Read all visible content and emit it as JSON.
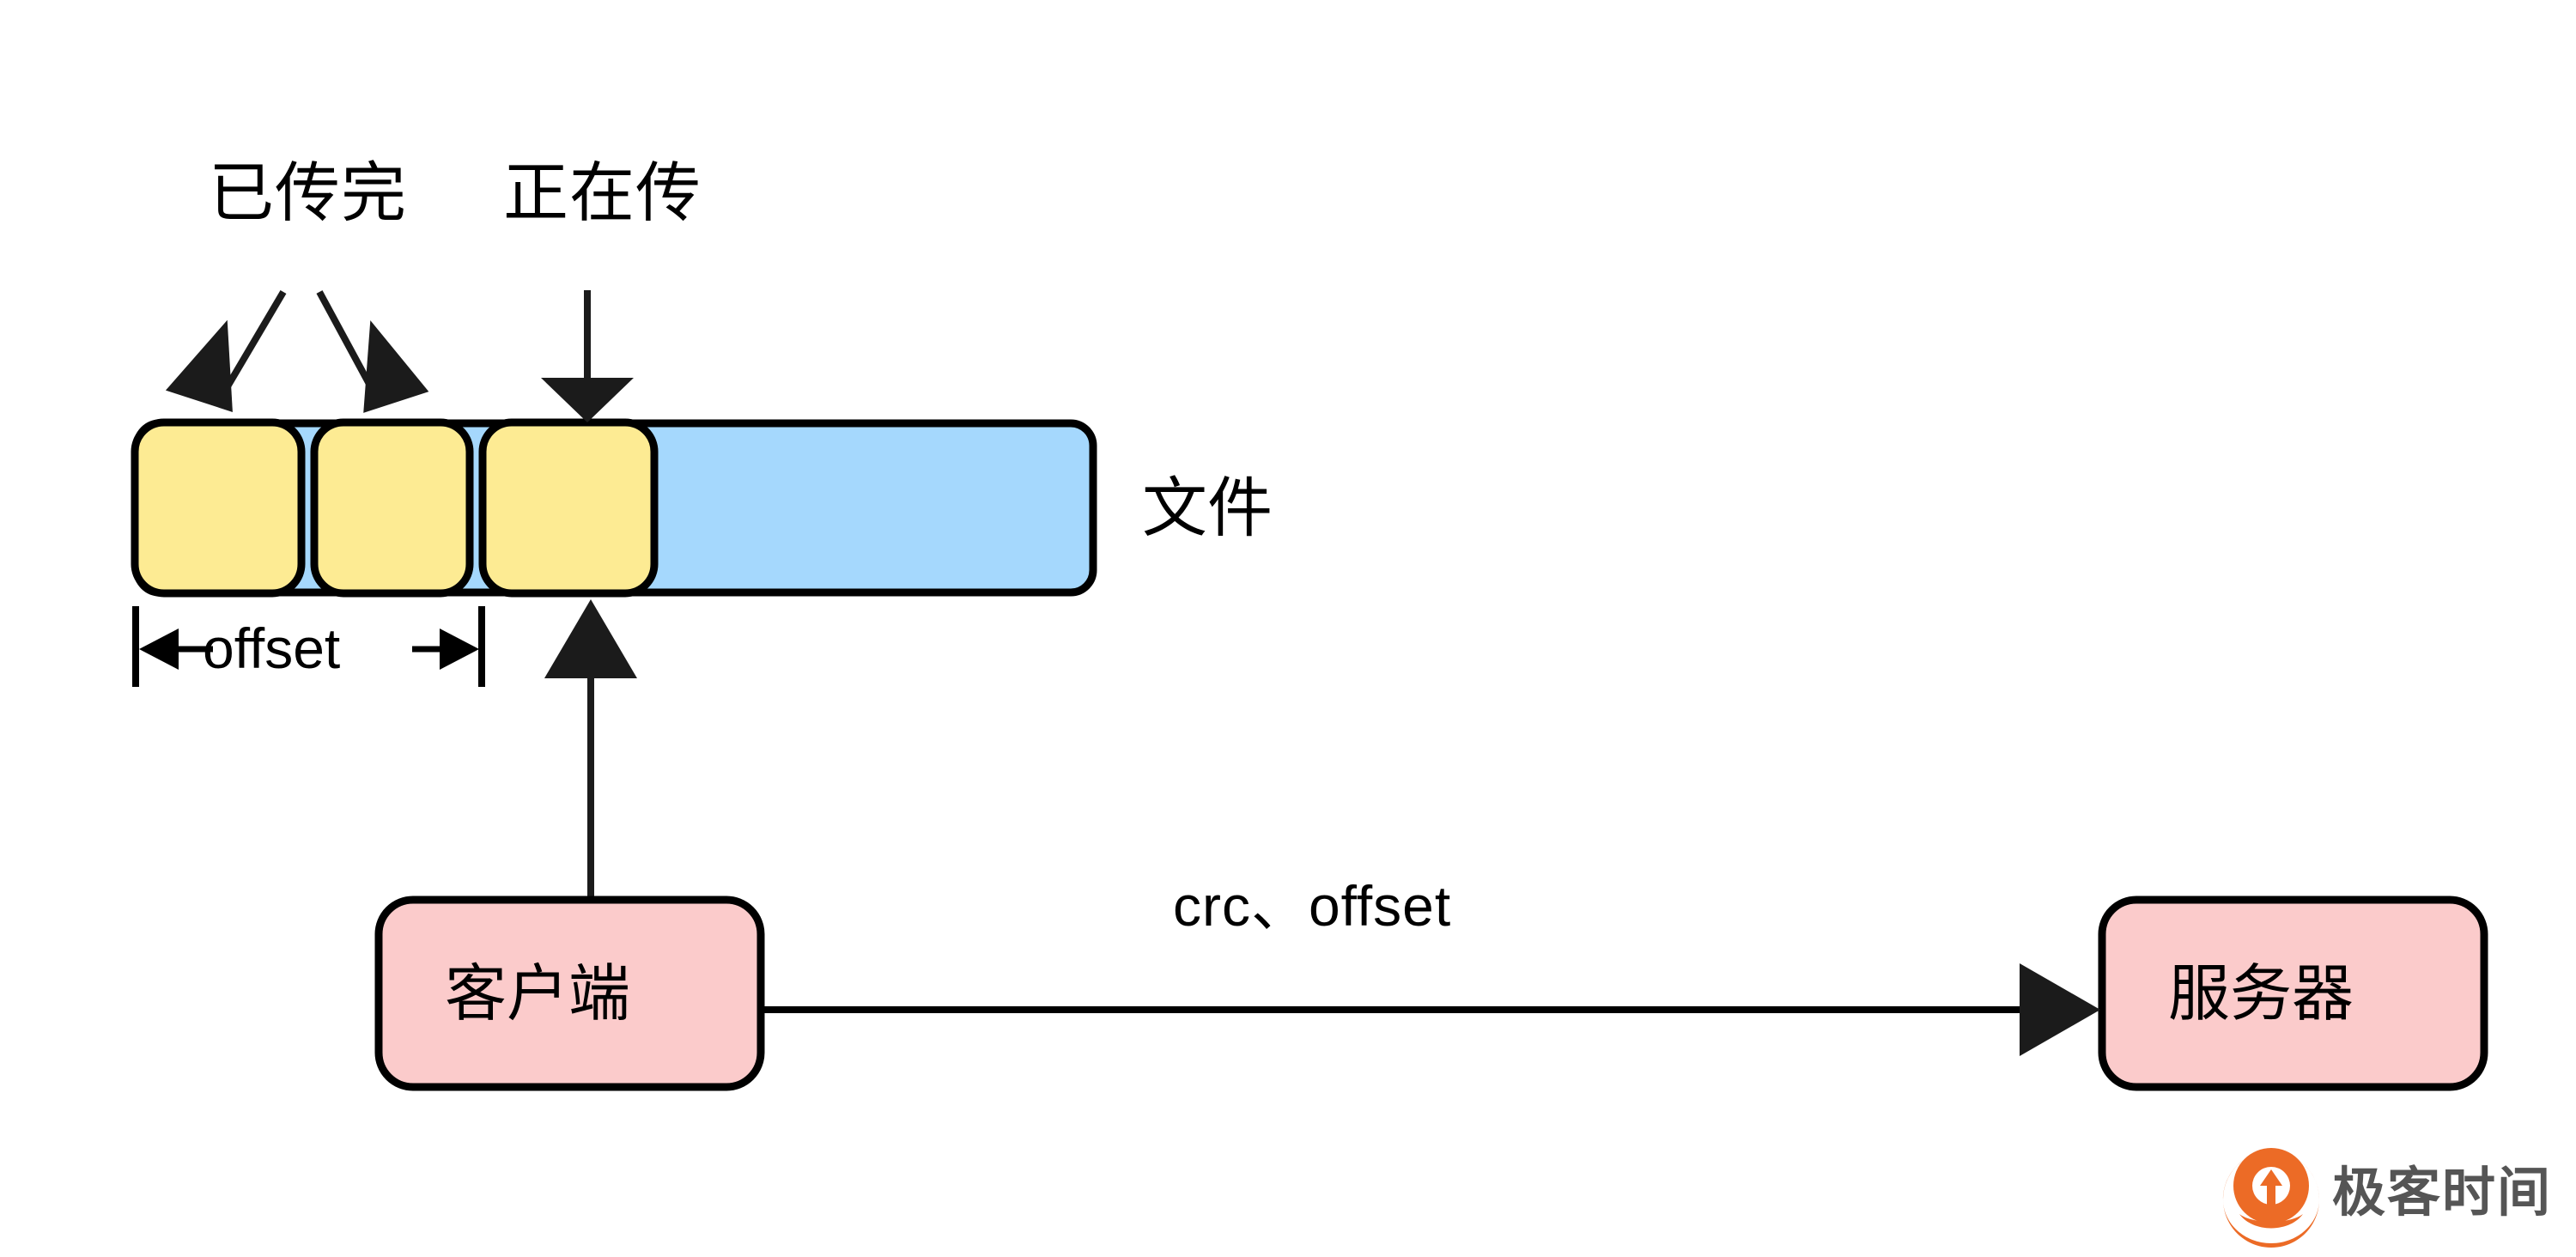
{
  "diagram": {
    "title": "breakpoint-resume-file-transfer",
    "background_color": "#ffffff",
    "colors": {
      "chunk_done_fill": "#fdeb93",
      "file_remaining_fill": "#a5d8fd",
      "node_fill": "#fbcbcb",
      "stroke": "#000000",
      "logo_orange": "#ec6b26",
      "logo_text_gray": "#555555"
    },
    "annotations": {
      "transferred_label": "已传完",
      "transferring_label": "正在传",
      "file_label": "文件",
      "offset_label": "offset"
    },
    "file_bar": {
      "chunks": [
        {
          "state": "done",
          "label": ""
        },
        {
          "state": "done",
          "label": ""
        },
        {
          "state": "in-progress",
          "label": ""
        }
      ],
      "remaining_label": ""
    },
    "nodes": [
      {
        "id": "client",
        "label": "客户端"
      },
      {
        "id": "server",
        "label": "服务器"
      }
    ],
    "edges": [
      {
        "from": "client",
        "to": "server",
        "label": "crc、offset"
      },
      {
        "from": "client",
        "to": "chunk-3",
        "label": ""
      }
    ],
    "watermark": {
      "brand": "极客时间",
      "icon": "geektime-pin-icon"
    }
  }
}
